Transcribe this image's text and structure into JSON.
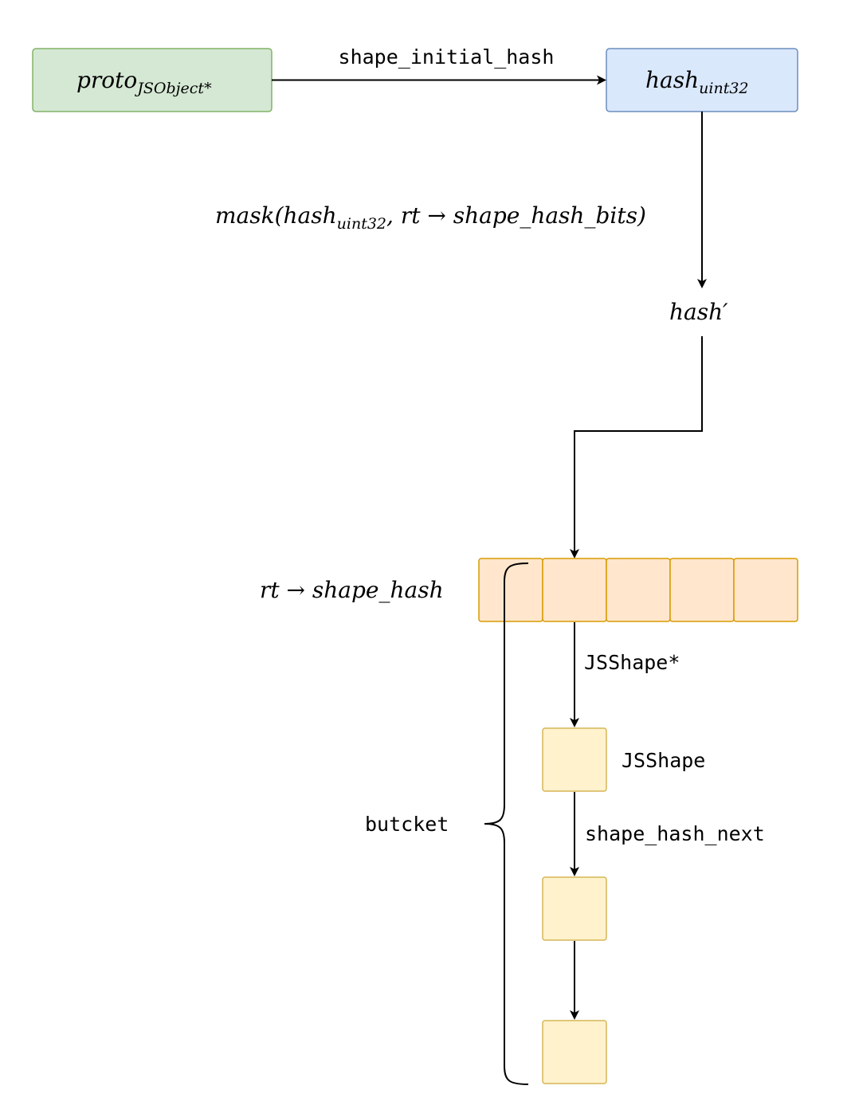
{
  "nodes": {
    "proto": {
      "main": "proto",
      "sub": "JSObject*",
      "fill": "#d5e8d4",
      "stroke": "#82b366"
    },
    "hash": {
      "main": "hash",
      "sub": "uint32",
      "fill": "#dae8fc",
      "stroke": "#6c8ebf"
    },
    "hash_prime": {
      "label": "hash′"
    },
    "shape_hash_label": {
      "label": "rt → shape_hash"
    },
    "bucket_cells": {
      "count": 5,
      "fill": "#ffe6cc",
      "stroke": "#d79b00"
    },
    "shape_boxes": {
      "count": 3,
      "fill": "#fff2cc",
      "stroke": "#d6b656"
    }
  },
  "edges": {
    "shape_initial_hash": "shape_initial_hash",
    "mask": {
      "prefix": "mask(",
      "main": "hash",
      "sub": "uint32",
      "suffix": ", rt → shape_hash_bits)"
    },
    "jsshape_ptr": "JSShape*",
    "shape_hash_next": "shape_hash_next"
  },
  "labels": {
    "jsshape": "JSShape",
    "bucket": "butcket"
  }
}
